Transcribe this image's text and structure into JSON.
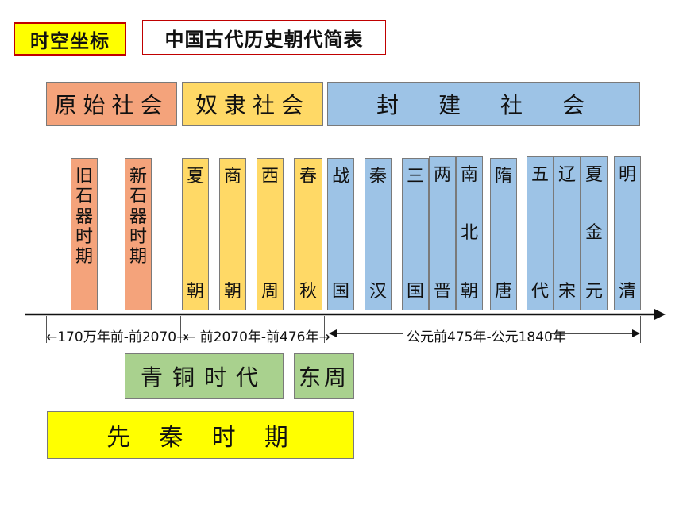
{
  "header": {
    "tag": "时空坐标",
    "title": "中国古代历史朝代简表"
  },
  "eras": {
    "primitive": "原始社会",
    "slave": "奴隶社会",
    "feudal": [
      "封",
      "建",
      "社",
      "会"
    ]
  },
  "periods": [
    {
      "label": "旧石器时期",
      "chars": [
        "旧",
        "石",
        "器",
        "时",
        "期"
      ]
    },
    {
      "label": "新石器时期",
      "chars": [
        "新",
        "石",
        "器",
        "时",
        "期"
      ]
    },
    {
      "label": "夏朝",
      "chars": [
        "夏",
        "朝"
      ]
    },
    {
      "label": "商朝",
      "chars": [
        "商",
        "朝"
      ]
    },
    {
      "label": "西周",
      "chars": [
        "西",
        "周"
      ]
    },
    {
      "label": "春秋",
      "chars": [
        "春",
        "秋"
      ]
    },
    {
      "label": "战国",
      "chars": [
        "战",
        "国"
      ]
    },
    {
      "label": "秦汉",
      "chars": [
        "秦",
        "汉"
      ]
    },
    {
      "label": "三国",
      "chars": [
        "三",
        "国"
      ]
    },
    {
      "label": "两晋",
      "chars": [
        "两",
        "晋"
      ]
    },
    {
      "label": "南北朝",
      "chars": [
        "南",
        "北",
        "朝"
      ]
    },
    {
      "label": "隋唐",
      "chars": [
        "隋",
        "唐"
      ]
    },
    {
      "label": "五代",
      "chars": [
        "五",
        "代"
      ]
    },
    {
      "label": "辽宋",
      "chars": [
        "辽",
        "宋"
      ]
    },
    {
      "label": "夏金元",
      "chars": [
        "夏",
        "金",
        "元"
      ]
    },
    {
      "label": "明清",
      "chars": [
        "明",
        "清"
      ]
    }
  ],
  "ranges": {
    "primitive": "←170万年前-前2070→",
    "slave": "←  前2070年-前476年→",
    "feudal": "公元前475年-公元1840年"
  },
  "bottom": {
    "bronze": "青铜时代",
    "east_zhou": "东周",
    "pre_qin": [
      "先",
      "秦",
      "时",
      "期"
    ]
  },
  "colors": {
    "primitive": "#f4a37b",
    "slave": "#ffd966",
    "feudal": "#9dc3e6",
    "bronze": "#a9d18e",
    "pre_qin": "#ffff00",
    "title_border": "#c00000"
  }
}
